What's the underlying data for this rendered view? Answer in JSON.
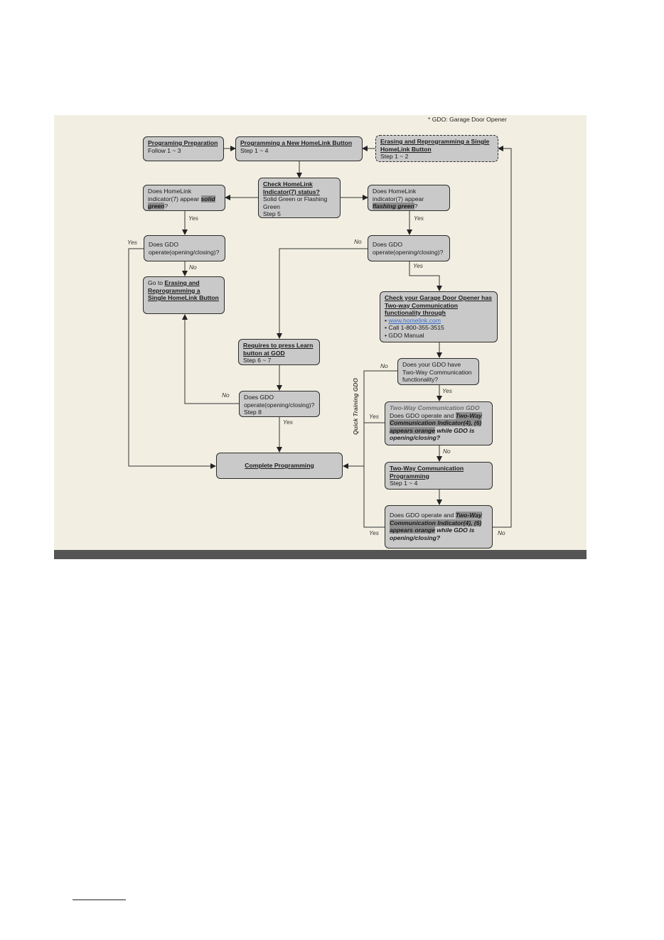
{
  "note": "* GDO: Garage Door Opener",
  "boxes": {
    "prep": {
      "title": "Programing Preparation",
      "line": "Follow 1 ~ 3"
    },
    "new_button": {
      "title": "Programming a New HomeLink Button",
      "line": "Step 1 ~ 4"
    },
    "erase": {
      "title": "Erasing and Reprogramming a Single HomeLink Button",
      "line": "Step 1 ~ 2"
    },
    "check": {
      "title": "Check HomeLink Indicator(7) status?",
      "line1": "Solid Green or Flashing Green",
      "line2": "Step 5"
    },
    "solid": {
      "pre": "Does HomeLink indicator(7) appear ",
      "hl": "solid green",
      "post": "?"
    },
    "flashing": {
      "pre": "Does HomeLink indicator(7) appear ",
      "hl": "flashing green",
      "post": "?"
    },
    "gdo_left": {
      "text": "Does GDO operate(opening/closing)?"
    },
    "gdo_right": {
      "text": "Does GDO operate(opening/closing)?"
    },
    "goto": {
      "pre": "Go to ",
      "link": "Erasing and Reprogramming a Single HomeLink Button"
    },
    "check_gdo": {
      "title": "Check your Garage Door Opener has Two-way Communication functionality through",
      "items": [
        "www.homelink.com",
        "Call 1-800-355-3515",
        "GDO Manual"
      ]
    },
    "learn": {
      "title": "Requires to press Learn button at GOD",
      "line": "Step 6 ~ 7"
    },
    "gdo_step8": {
      "text": "Does GDO operate(opening/closing)?",
      "line": "Step 8"
    },
    "two_way_q": {
      "text": "Does your GDO have Two-Way Communication functionality?"
    },
    "two_way_gdo": {
      "sub": "Two-Way Communication GDO",
      "pre": "Does GDO operate and ",
      "hl": "Two-Way Communication Indicator(4), (6) appears orange",
      "post": " while GDO is opening/closing?"
    },
    "two_way_prog": {
      "title": "Two-Way Communication Programming",
      "line": "Step 1 ~ 4"
    },
    "two_way_final": {
      "pre": "Does GDO operate and ",
      "hl": "Two-Way Communication Indicator(4), (6) appears orange",
      "post": " while GDO is opening/closing?"
    },
    "complete": {
      "title": "Complete Programming"
    }
  },
  "labels": {
    "yes1": "Yes",
    "yes2": "Yes",
    "yes3": "Yes",
    "no1": "No",
    "no2": "No",
    "yes4": "Yes",
    "yes5": "Yes",
    "no3": "No",
    "no4": "No",
    "yes6": "Yes",
    "no5": "No",
    "yes7": "Yes",
    "no6": "No"
  },
  "side_label": "Quick Training GDO",
  "colors": {
    "panel": "#f2efe2",
    "box": "#c9c9c9",
    "highlight": "#8e8e8e",
    "bar": "#555555",
    "link": "#3a6ec9"
  }
}
